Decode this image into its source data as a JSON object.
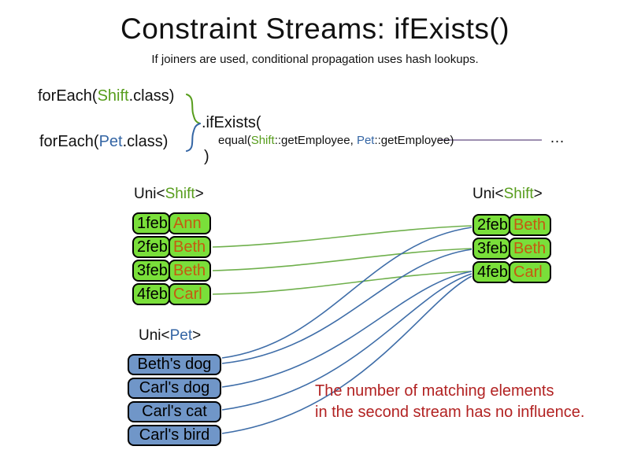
{
  "colors": {
    "shift_green": "#579D1C",
    "pet_blue": "#3465A4",
    "box_green": "#7ADF3A",
    "box_blue": "#7096C8",
    "name_orange": "#C55A11",
    "annotation_red": "#B22222",
    "green_line": "#6FB04C",
    "blue_line": "#3E6DA8",
    "purple_line": "#7D6A96"
  },
  "header": {
    "title": "Constraint Streams: ifExists()",
    "subtitle": "If joiners are used, conditional propagation uses hash lookups."
  },
  "code": {
    "foreach_shift": {
      "pre": "forEach(",
      "cls": "Shift",
      "post": ".class)"
    },
    "foreach_pet": {
      "pre": "forEach(",
      "cls": "Pet",
      "post": ".class)"
    },
    "if_exists": ".ifExists(",
    "joiner": {
      "pre": "equal(",
      "cls1": "Shift",
      "mid": "::getEmployee, ",
      "cls2": "Pet",
      "post": "::getEmployee)"
    },
    "ellipsis": "…",
    "close": ")"
  },
  "left_shift_table": {
    "label": {
      "pre": "Uni<",
      "cls": "Shift",
      "post": ">"
    },
    "rows": [
      {
        "date": "1feb",
        "name": "Ann"
      },
      {
        "date": "2feb",
        "name": "Beth"
      },
      {
        "date": "3feb",
        "name": "Beth"
      },
      {
        "date": "4feb",
        "name": "Carl"
      }
    ]
  },
  "right_shift_table": {
    "label": {
      "pre": "Uni<",
      "cls": "Shift",
      "post": ">"
    },
    "rows": [
      {
        "date": "2feb",
        "name": "Beth"
      },
      {
        "date": "3feb",
        "name": "Beth"
      },
      {
        "date": "4feb",
        "name": "Carl"
      }
    ]
  },
  "pet_list": {
    "label": {
      "pre": "Uni<",
      "cls": "Pet",
      "post": ">"
    },
    "items": [
      "Beth's dog",
      "Carl's dog",
      "Carl's cat",
      "Carl's bird"
    ]
  },
  "annotation": {
    "line1": "The number of matching elements",
    "line2": "in the second stream has no influence."
  }
}
